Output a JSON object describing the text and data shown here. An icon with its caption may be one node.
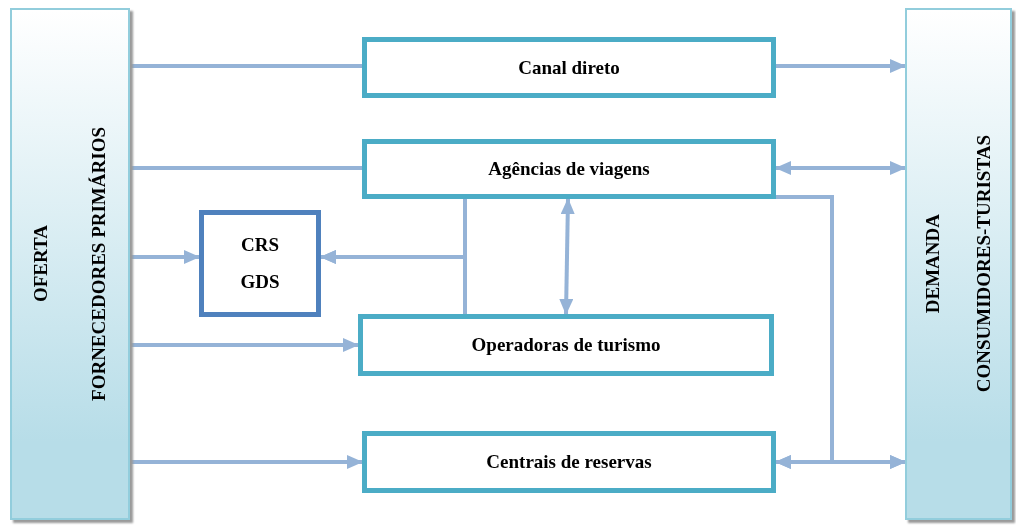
{
  "diagram": {
    "nodes": [
      {
        "text": [
          "OFERTA",
          "FORNECEDORES PRIMÁRIOS"
        ]
      },
      {
        "text": [
          "Canal direto"
        ]
      },
      {
        "text": [
          "Agências de viagens"
        ]
      },
      {
        "text": [
          "CRS",
          "GDS"
        ]
      },
      {
        "text": [
          "Operadoras de turismo"
        ]
      },
      {
        "text": [
          "Centrais de reservas"
        ]
      },
      {
        "text": [
          "DEMANDA",
          "CONSUMIDORES-TURISTAS"
        ]
      }
    ],
    "edges": [
      {
        "from": 0,
        "to": 1,
        "arrow": "none"
      },
      {
        "from": 1,
        "to": 6,
        "arrow": "to"
      },
      {
        "from": 0,
        "to": 2,
        "arrow": "none"
      },
      {
        "from": 2,
        "to": 6,
        "arrow": "both"
      },
      {
        "from": 0,
        "to": 3,
        "arrow": "to"
      },
      {
        "from": 0,
        "to": 4,
        "arrow": "to"
      },
      {
        "from": 0,
        "to": 5,
        "arrow": "to"
      },
      {
        "from": 2,
        "to": 3,
        "arrow": "to"
      },
      {
        "from": 4,
        "to": 3,
        "arrow": "to"
      },
      {
        "from": 2,
        "to": 4,
        "arrow": "both"
      },
      {
        "from": 2,
        "to": 5,
        "arrow": "to"
      },
      {
        "from": 2,
        "to": 6,
        "arrow": "to"
      },
      {
        "from": 5,
        "to": 6,
        "arrow": "both"
      }
    ]
  }
}
